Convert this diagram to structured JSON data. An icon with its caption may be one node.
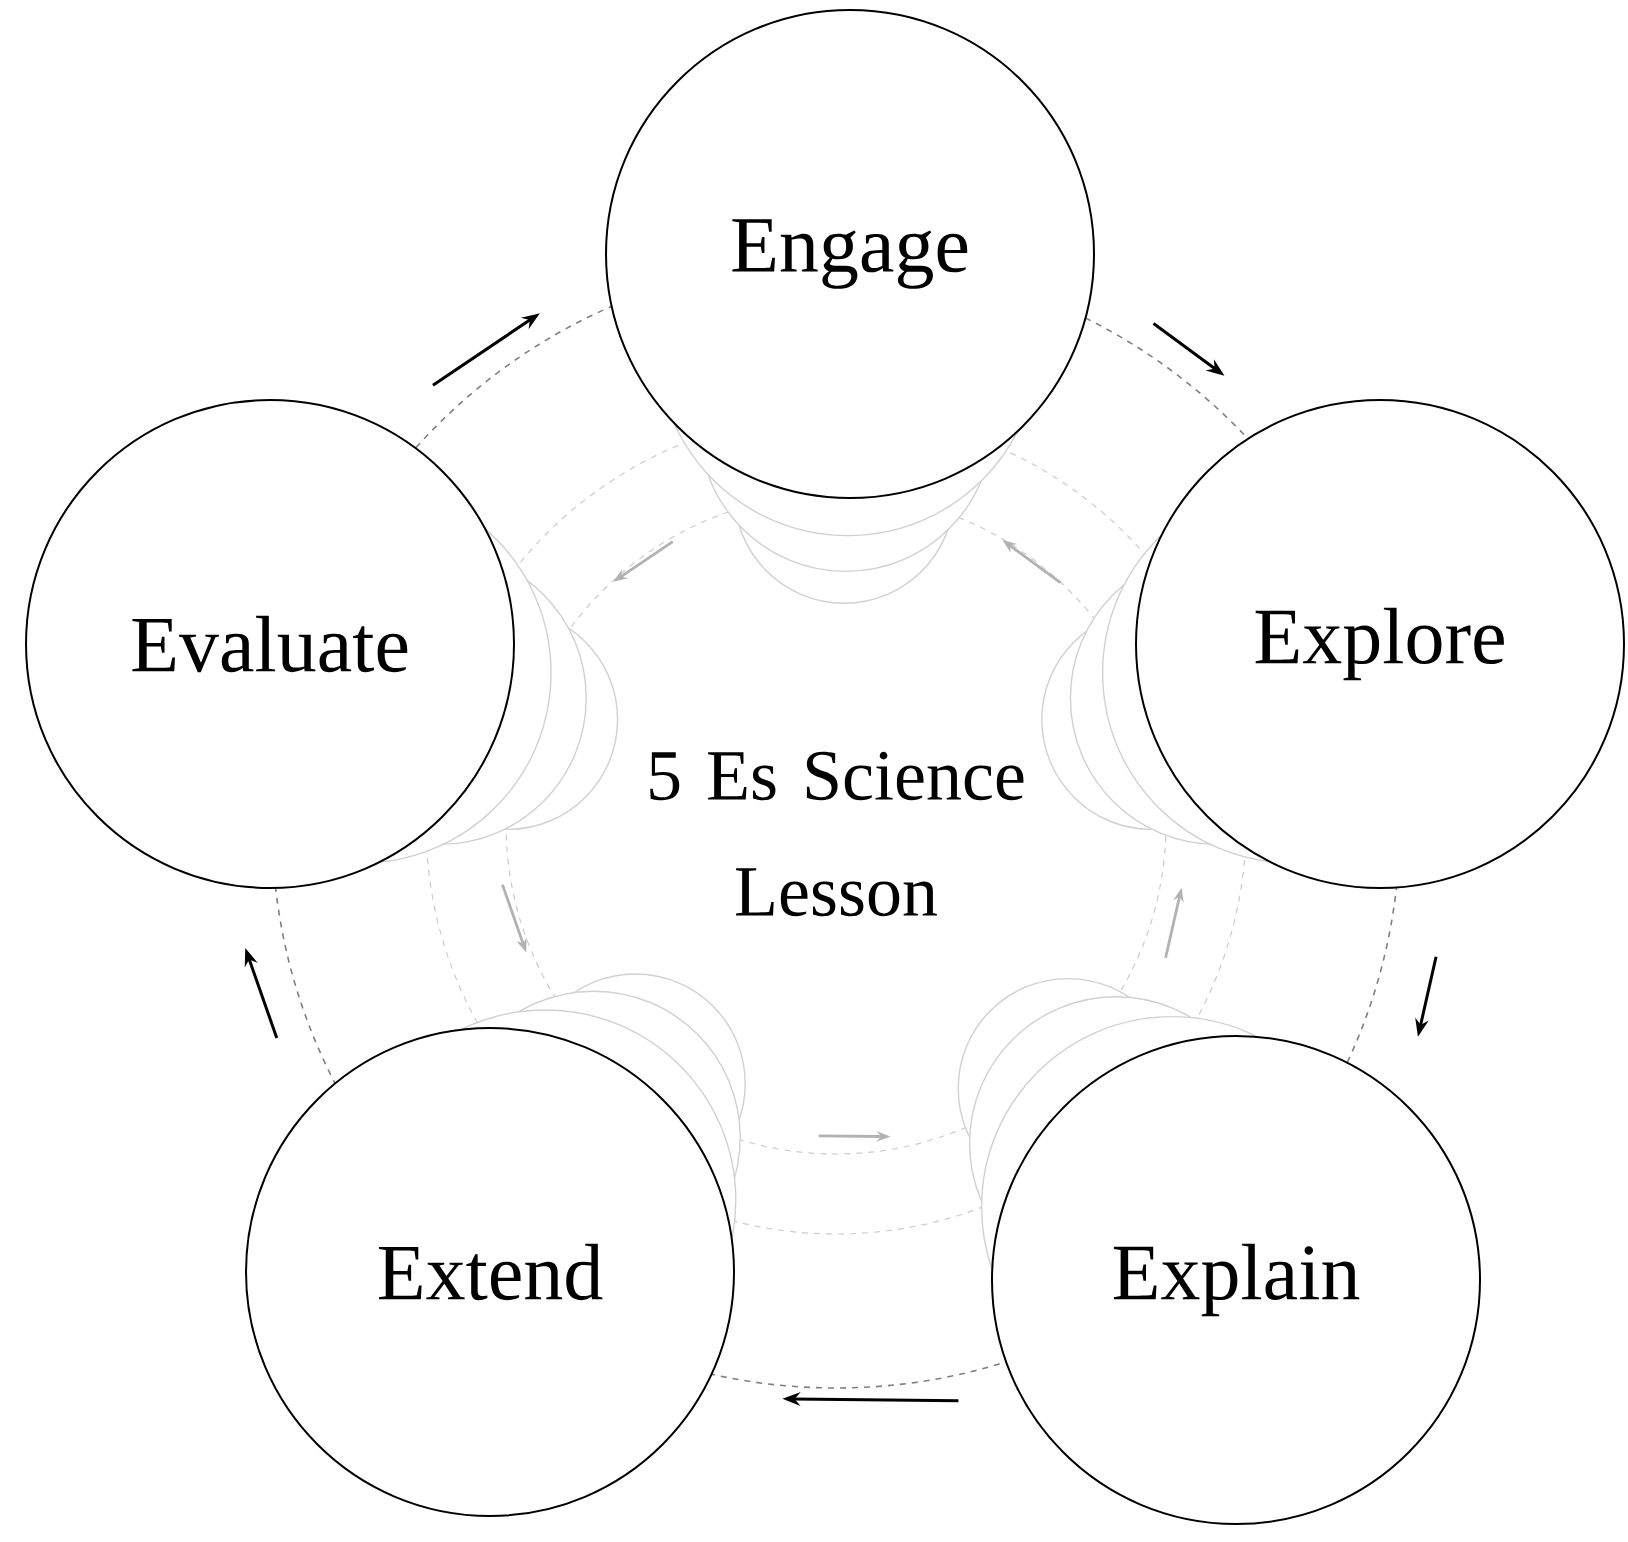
{
  "diagram": {
    "nodes": [
      {
        "text": [
          "Engage"
        ]
      },
      {
        "text": [
          "Explore"
        ]
      },
      {
        "text": [
          "Explain"
        ]
      },
      {
        "text": [
          "Extend"
        ]
      },
      {
        "text": [
          "Evaluate"
        ]
      }
    ],
    "edges": [
      {
        "from": 0,
        "to": 1,
        "arrow": "to"
      },
      {
        "from": 1,
        "to": 2,
        "arrow": "to"
      },
      {
        "from": 2,
        "to": 3,
        "arrow": "to"
      },
      {
        "from": 3,
        "to": 4,
        "arrow": "to"
      },
      {
        "from": 4,
        "to": 0,
        "arrow": "to"
      }
    ],
    "labels": [
      "5 Es Science Lesson"
    ]
  }
}
